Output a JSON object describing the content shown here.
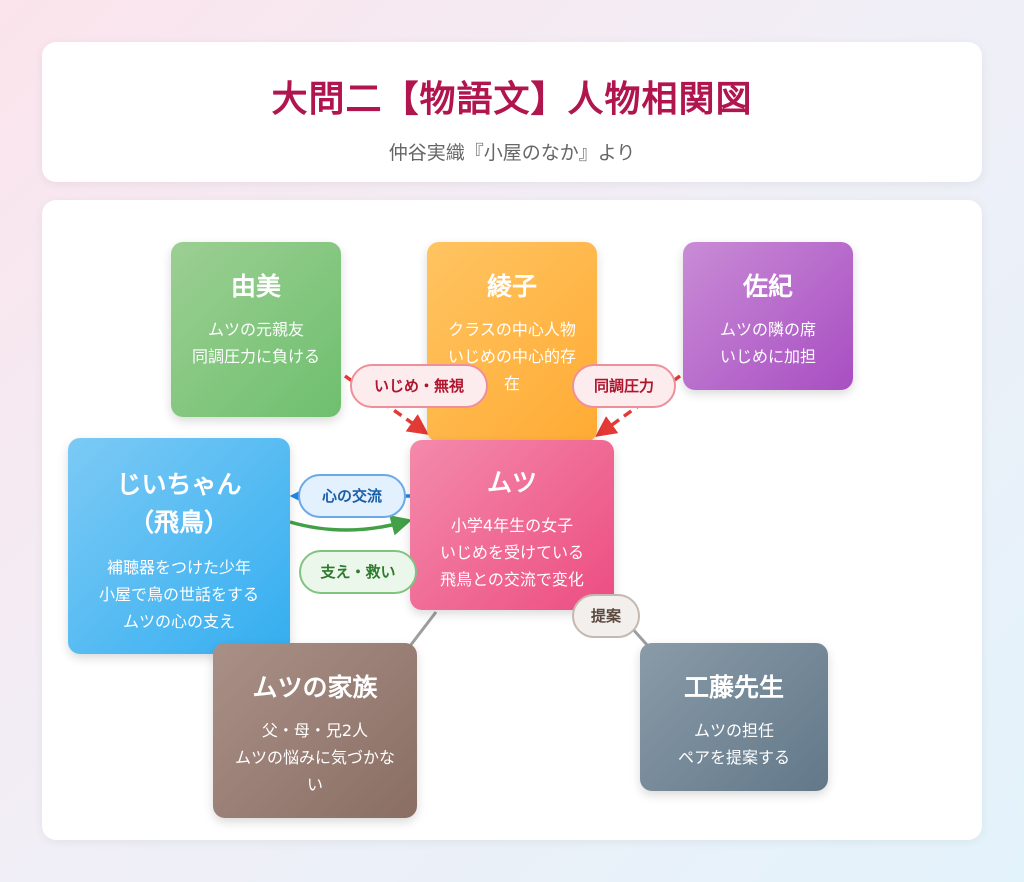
{
  "header": {
    "title": "大問二【物語文】人物相関図",
    "subtitle": "仲谷実織『小屋のなか』より"
  },
  "characters": {
    "yumi": {
      "name": "由美",
      "desc": "ムツの元親友\n同調圧力に負ける"
    },
    "ayako": {
      "name": "綾子",
      "desc": "クラスの中心人物\nいじめの中心的存在"
    },
    "saki": {
      "name": "佐紀",
      "desc": "ムツの隣の席\nいじめに加担"
    },
    "jii": {
      "name": "じいちゃん\n（飛鳥）",
      "desc": "補聴器をつけた少年\n小屋で鳥の世話をする\nムツの心の支え"
    },
    "mutsu": {
      "name": "ムツ",
      "desc": "小学4年生の女子\nいじめを受けている\n飛鳥との交流で変化"
    },
    "family": {
      "name": "ムツの家族",
      "desc": "父・母・兄2人\nムツの悩みに気づかない"
    },
    "kudo": {
      "name": "工藤先生",
      "desc": "ムツの担任\nペアを提案する"
    }
  },
  "relations": {
    "ijime": "いじめ・無視",
    "douchou": "同調圧力",
    "kokoro": "心の交流",
    "sasae": "支え・救い",
    "teian": "提案"
  },
  "colors": {
    "title": "#b0154e",
    "bullying": "#e53935",
    "exchange": "#1e88e5",
    "support": "#43a047",
    "neutral": "#9e9e9e"
  }
}
